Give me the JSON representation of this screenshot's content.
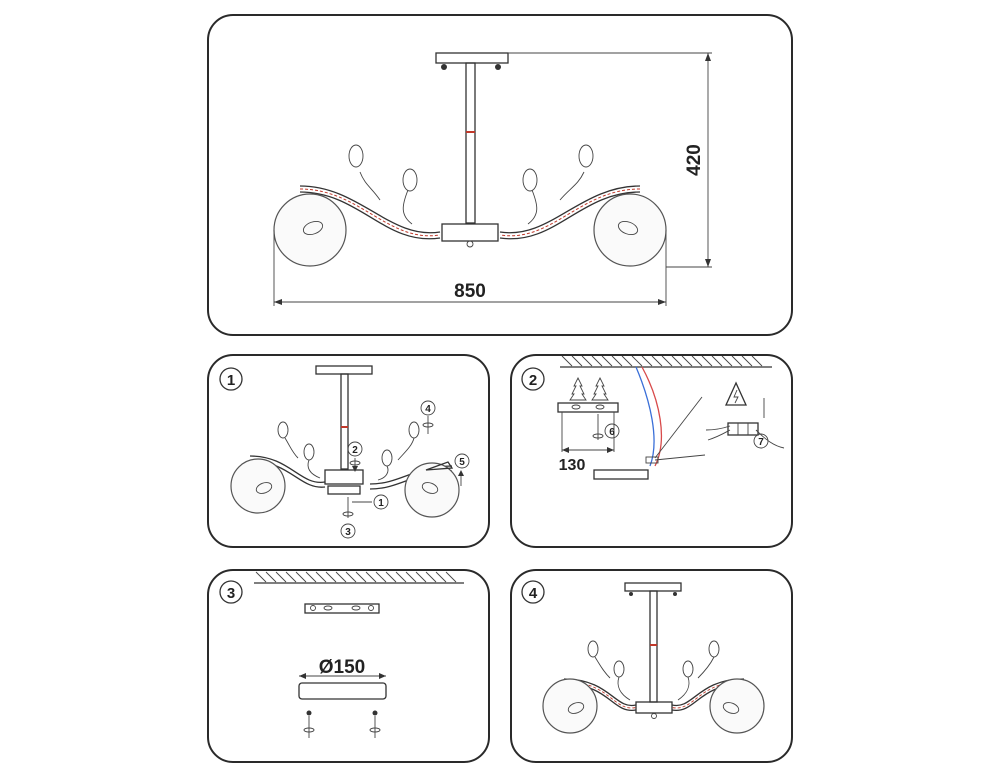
{
  "overview": {
    "height_dim": "420",
    "width_dim": "850"
  },
  "steps": [
    {
      "number": "1",
      "callouts": [
        "1",
        "2",
        "3",
        "4",
        "5"
      ]
    },
    {
      "number": "2",
      "spacing_dim": "130",
      "callouts": [
        "6",
        "7"
      ]
    },
    {
      "number": "3",
      "diameter_dim": "Ø150"
    },
    {
      "number": "4"
    }
  ],
  "colors": {
    "outline": "#2a2a2a",
    "wire_blue": "#3a6fd8",
    "wire_red": "#d84a4a",
    "accent_red": "#c0392b"
  },
  "icons": [
    "electric-warning-icon",
    "screw-icon",
    "rotate-arrow-icon",
    "wall-plug-icon"
  ]
}
